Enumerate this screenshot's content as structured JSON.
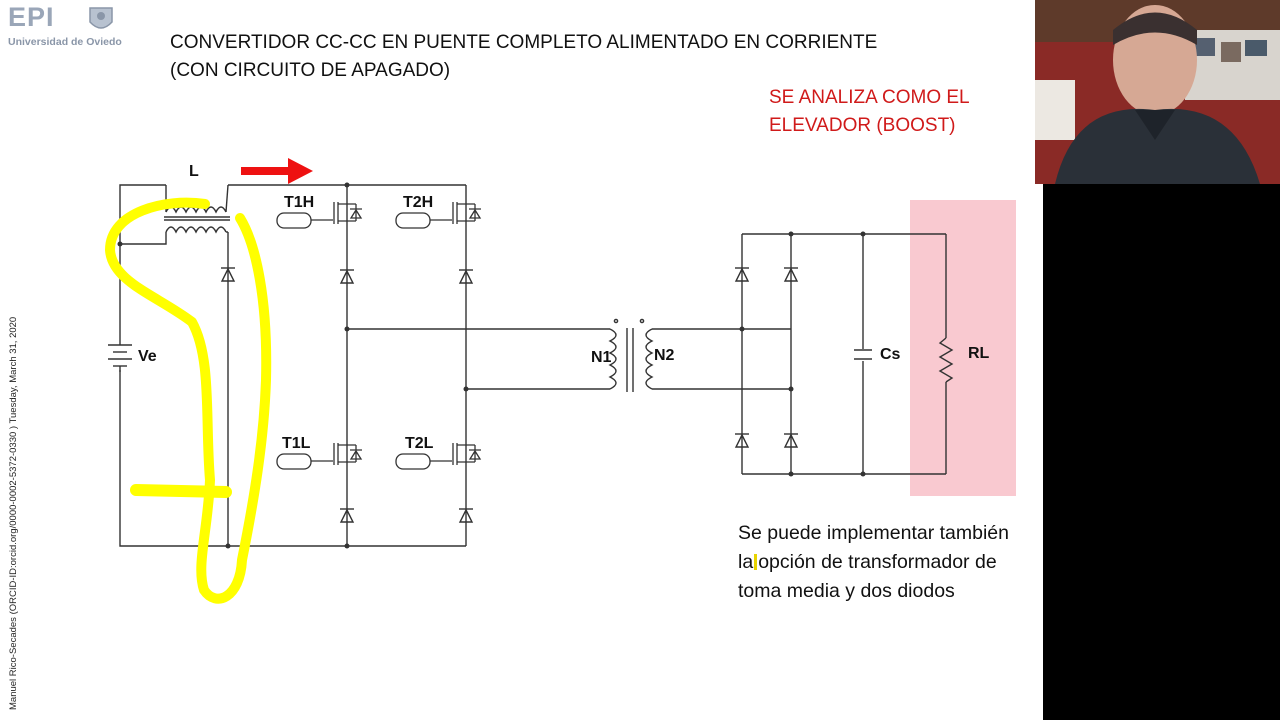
{
  "logo": {
    "text": "EPI",
    "subtitle": "Universidad de Oviedo"
  },
  "slide": {
    "title": "CONVERTIDOR CC-CC EN PUENTE COMPLETO ALIMENTADO EN CORRIENTE\n(CON CIRCUITO DE APAGADO)",
    "note": "SE ANALIZA COMO EL\nELEVADOR (BOOST)",
    "description_before": "Se puede implementar también la",
    "description_after": "opción de transformador de toma media y dos diodos",
    "vertical_credit": "Manuel Rico-Secades (ORCID-ID:orcid.org/0000-0002-5372-0330 ) Tuesday, March 31, 2020"
  },
  "circuit_labels": {
    "L": "L",
    "T1H": "T1H",
    "T2H": "T2H",
    "T1L": "T1L",
    "T2L": "T2L",
    "Ve": "Ve",
    "N1": "N1",
    "N2": "N2",
    "Cs": "Cs",
    "RL": "RL"
  },
  "colors": {
    "highlight_yellow": "#ffff00",
    "arrow_red": "#ee1111",
    "load_pink": "#f9c9d0",
    "note_red": "#d01a1a"
  }
}
